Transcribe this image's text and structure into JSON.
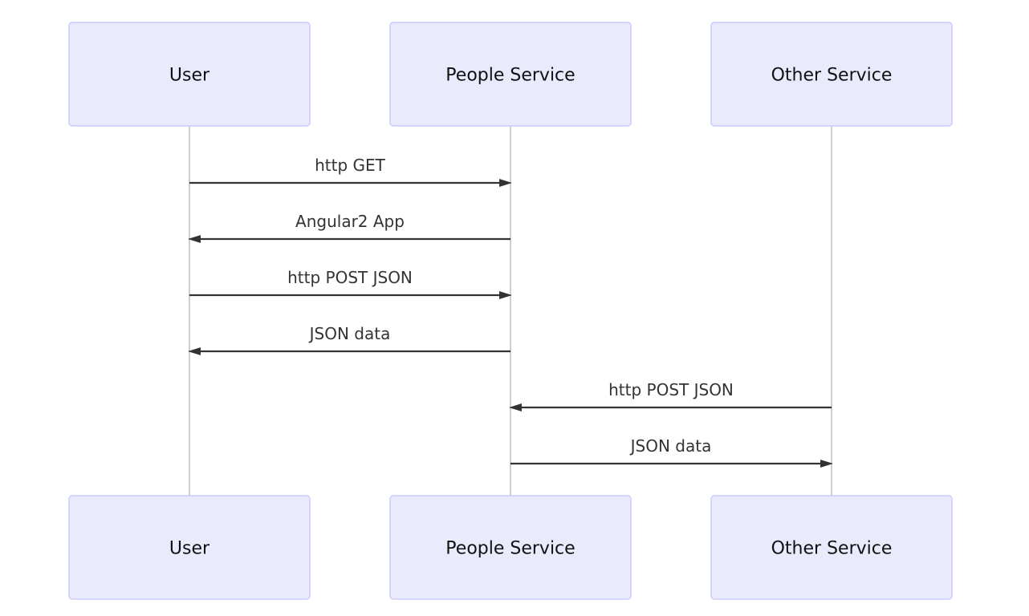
{
  "participants": [
    {
      "id": "user",
      "label": "User"
    },
    {
      "id": "people",
      "label": "People Service"
    },
    {
      "id": "other",
      "label": "Other Service"
    }
  ],
  "messages": [
    {
      "from": "user",
      "to": "people",
      "label": "http GET"
    },
    {
      "from": "people",
      "to": "user",
      "label": "Angular2 App"
    },
    {
      "from": "user",
      "to": "people",
      "label": "http POST JSON"
    },
    {
      "from": "people",
      "to": "user",
      "label": "JSON data"
    },
    {
      "from": "other",
      "to": "people",
      "label": "http POST JSON"
    },
    {
      "from": "people",
      "to": "other",
      "label": "JSON data"
    }
  ],
  "colors": {
    "actor_fill": "#eaeafd",
    "actor_border": "#cacafb",
    "lifeline": "#bdbdbd",
    "message": "#333333"
  }
}
